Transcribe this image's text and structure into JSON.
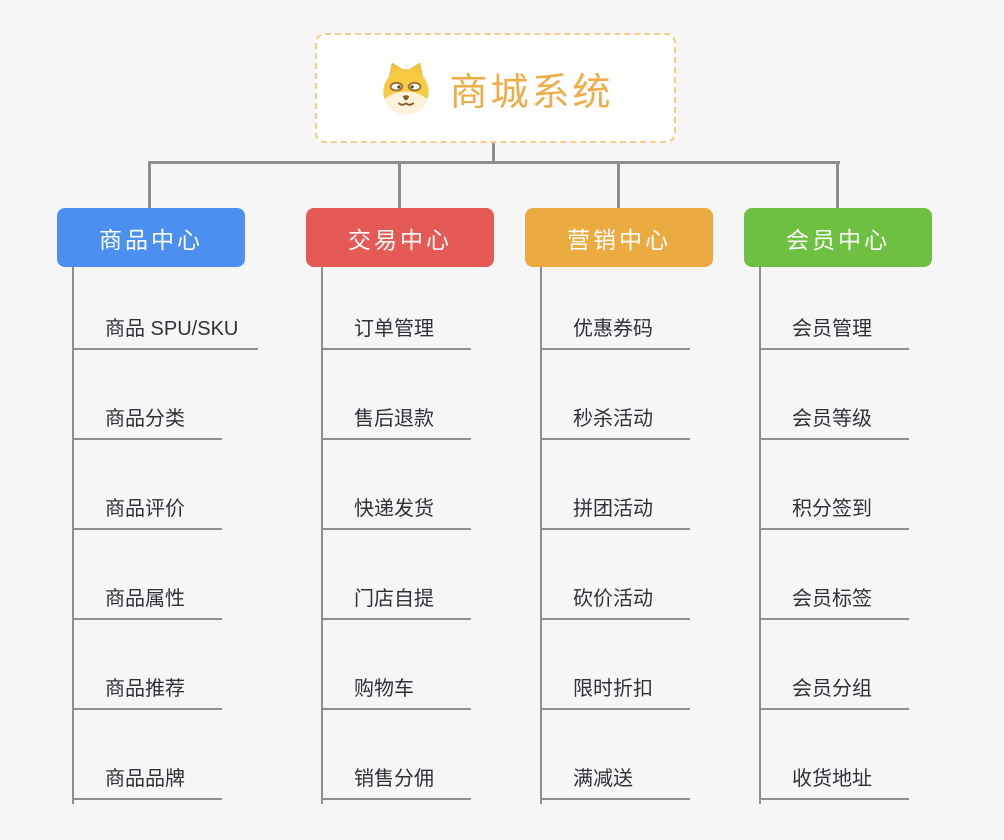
{
  "root": {
    "title": "商城系统",
    "icon": "dog-face-icon"
  },
  "branches": [
    {
      "label": "商品中心",
      "color": "#4b90f1",
      "children": [
        "商品 SPU/SKU",
        "商品分类",
        "商品评价",
        "商品属性",
        "商品推荐",
        "商品品牌"
      ]
    },
    {
      "label": "交易中心",
      "color": "#e65a55",
      "children": [
        "订单管理",
        "售后退款",
        "快递发货",
        "门店自提",
        "购物车",
        "销售分佣"
      ]
    },
    {
      "label": "营销中心",
      "color": "#ecab40",
      "children": [
        "优惠券码",
        "秒杀活动",
        "拼团活动",
        "砍价活动",
        "限时折扣",
        "满减送"
      ]
    },
    {
      "label": "会员中心",
      "color": "#6dc040",
      "children": [
        "会员管理",
        "会员等级",
        "积分签到",
        "会员标签",
        "会员分组",
        "收货地址"
      ]
    }
  ],
  "colors": {
    "background": "#f6f6f6",
    "connector": "#8e8e8e",
    "underline": "#8f8f8f",
    "child_text": "#2e3238",
    "root_text": "#f0ac47",
    "root_border": "#f5cd85"
  }
}
